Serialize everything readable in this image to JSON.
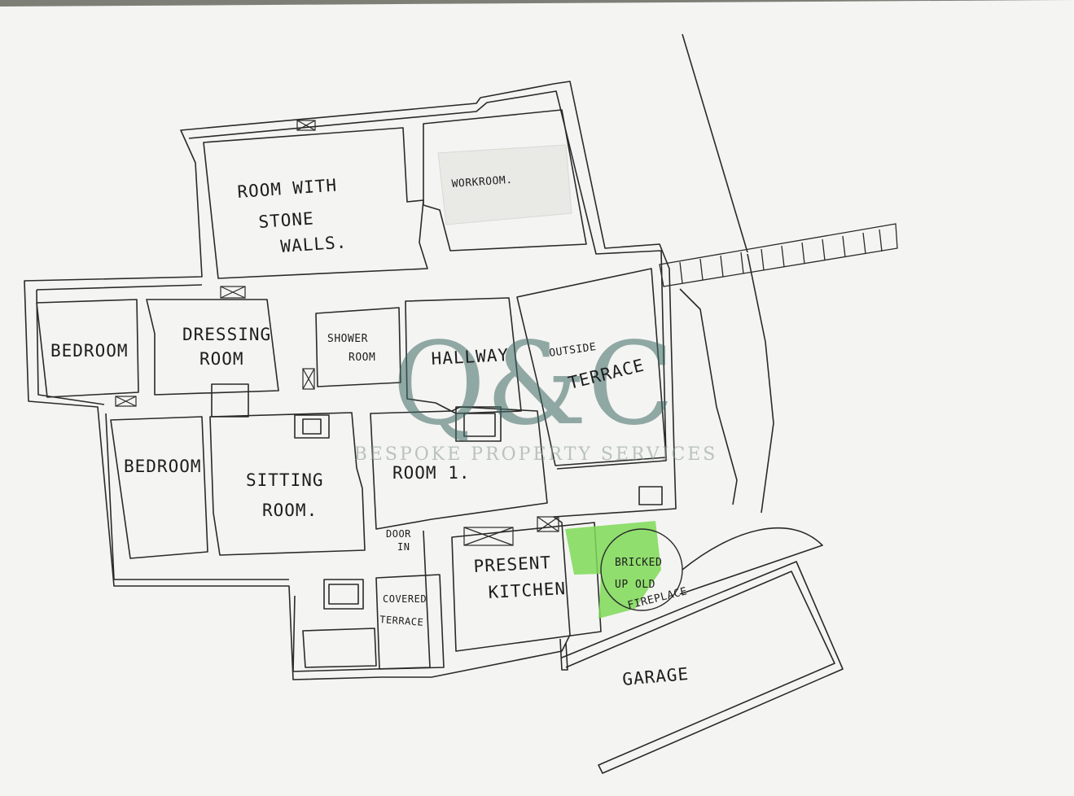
{
  "rooms": {
    "stone_walls": [
      "ROOM WITH",
      "STONE",
      "WALLS."
    ],
    "workroom": "WORKROOM.",
    "bedroom_1": "BEDROOM",
    "dressing_room": [
      "DRESSING",
      "ROOM"
    ],
    "shower_room": [
      "SHOWER",
      "ROOM"
    ],
    "hallway": "HALLWAY",
    "outside_terrace": [
      "OUTSIDE",
      "TERRACE"
    ],
    "bedroom_2": "BEDROOM",
    "sitting_room": [
      "SITTING",
      "ROOM."
    ],
    "room_1": "ROOM 1.",
    "door_in": [
      "DOOR",
      "IN"
    ],
    "present_kitchen": [
      "PRESENT",
      "KITCHEN"
    ],
    "covered_terrace": [
      "COVERED",
      "TERRACE"
    ],
    "bricked_fireplace": [
      "BRICKED",
      "UP OLD",
      "FIREPLACE"
    ],
    "garage": "GARAGE"
  },
  "watermark": {
    "logo": "Q&C",
    "tagline": "BESPOKE PROPERTY SERVICES"
  },
  "colors": {
    "paper": "#f4f4f2",
    "background": "#7d7f77",
    "ink": "#2a2a2a",
    "highlight": "#7ed957",
    "watermark_q": "#3f6b66",
    "watermark_amp": "#c9a74a"
  }
}
